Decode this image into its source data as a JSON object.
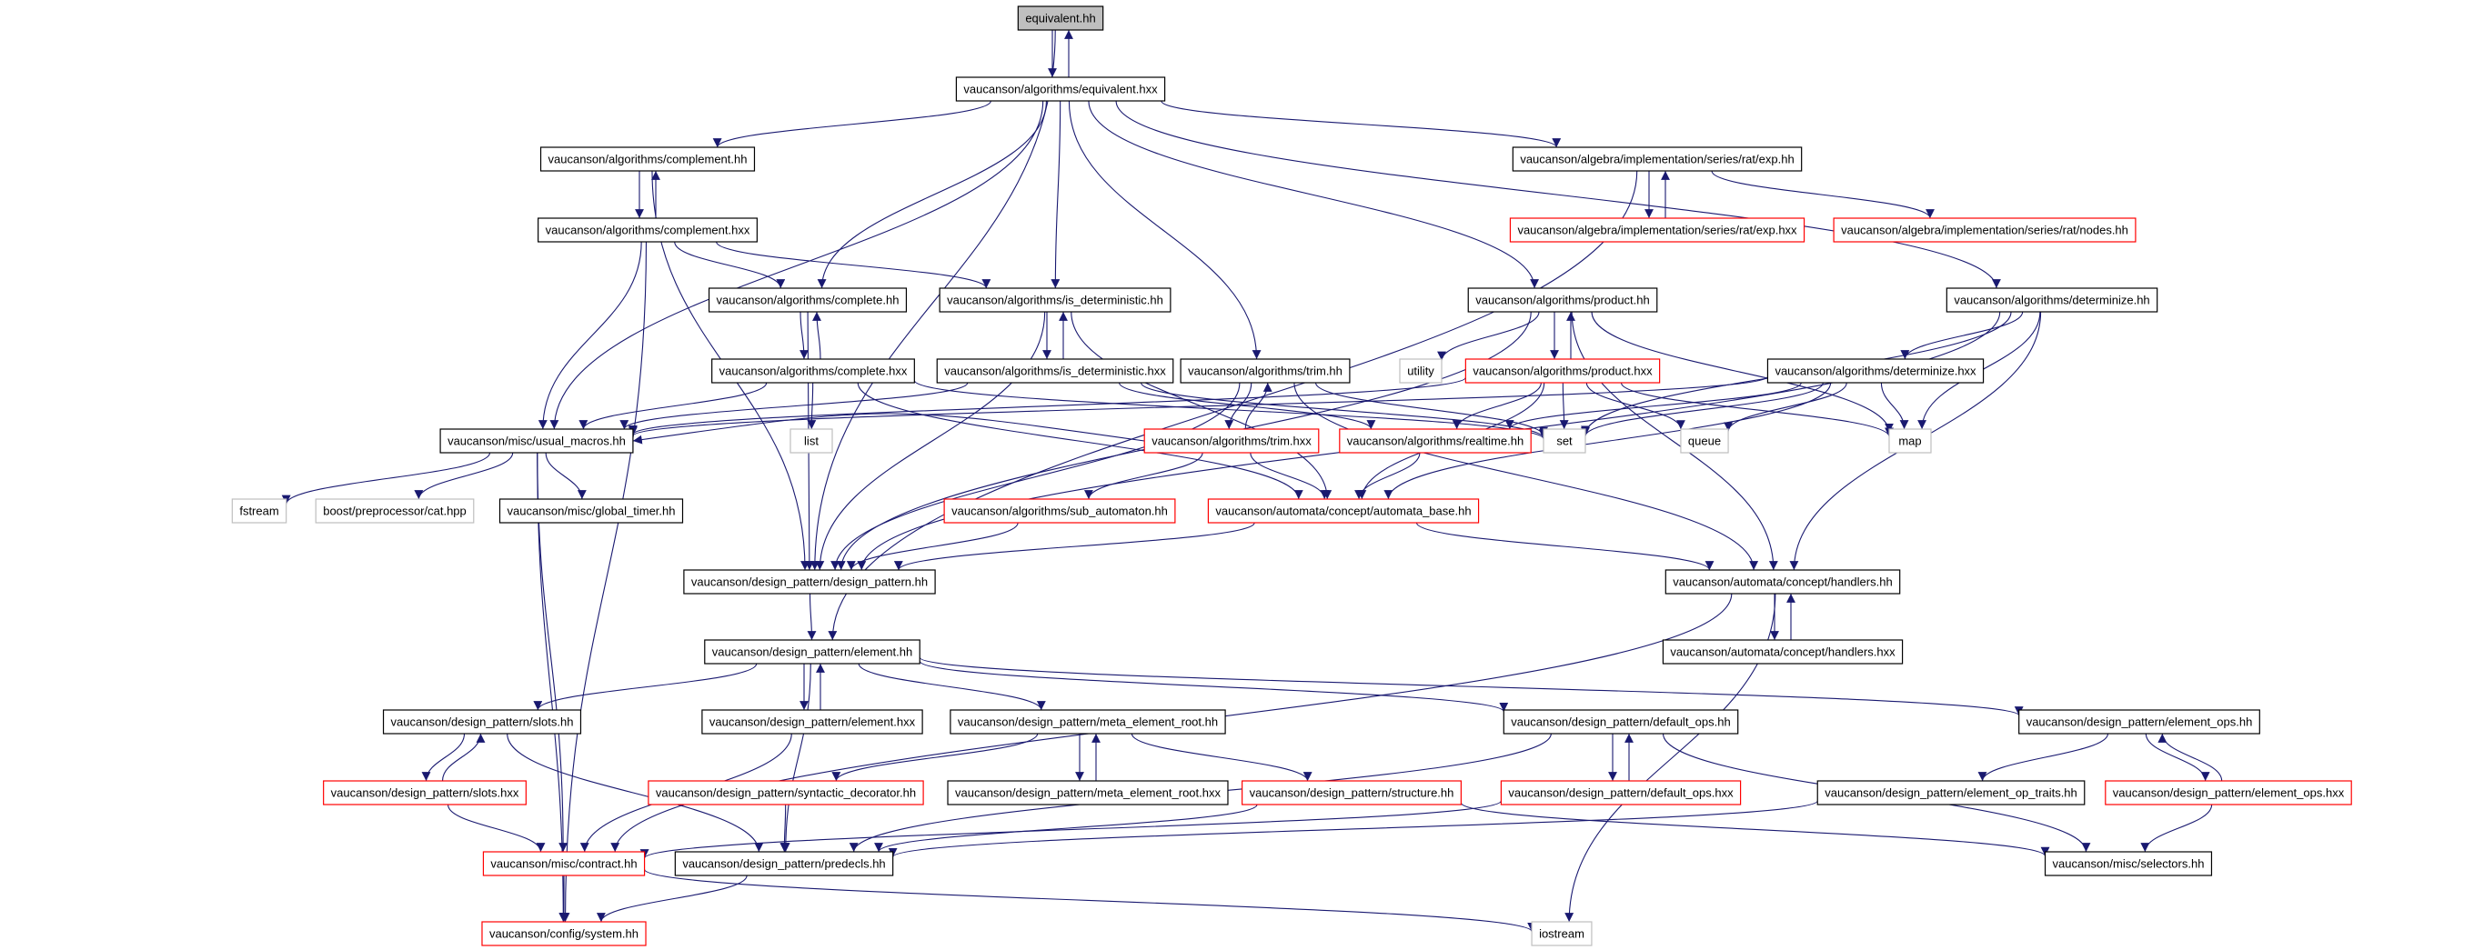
{
  "graph": {
    "nodes": [
      {
        "id": "n_equiv_hh",
        "label": "equivalent.hh",
        "kind": "root"
      },
      {
        "id": "n_equiv_hxx",
        "label": "vaucanson/algorithms/equivalent.hxx",
        "kind": "normal"
      },
      {
        "id": "n_compl_hh",
        "label": "vaucanson/algorithms/complement.hh",
        "kind": "normal"
      },
      {
        "id": "n_exp_hh",
        "label": "vaucanson/algebra/implementation/series/rat/exp.hh",
        "kind": "normal"
      },
      {
        "id": "n_compl_hxx",
        "label": "vaucanson/algorithms/complement.hxx",
        "kind": "normal"
      },
      {
        "id": "n_exp_hxx",
        "label": "vaucanson/algebra/implementation/series/rat/exp.hxx",
        "kind": "truncated"
      },
      {
        "id": "n_nodes_hh",
        "label": "vaucanson/algebra/implementation/series/rat/nodes.hh",
        "kind": "truncated"
      },
      {
        "id": "n_complete_hh",
        "label": "vaucanson/algorithms/complete.hh",
        "kind": "normal"
      },
      {
        "id": "n_isdet_hh",
        "label": "vaucanson/algorithms/is_deterministic.hh",
        "kind": "normal"
      },
      {
        "id": "n_product_hh",
        "label": "vaucanson/algorithms/product.hh",
        "kind": "normal"
      },
      {
        "id": "n_determ_hh",
        "label": "vaucanson/algorithms/determinize.hh",
        "kind": "normal"
      },
      {
        "id": "n_complete_hxx",
        "label": "vaucanson/algorithms/complete.hxx",
        "kind": "normal"
      },
      {
        "id": "n_isdet_hxx",
        "label": "vaucanson/algorithms/is_deterministic.hxx",
        "kind": "normal"
      },
      {
        "id": "n_trim_hh",
        "label": "vaucanson/algorithms/trim.hh",
        "kind": "normal"
      },
      {
        "id": "n_utility",
        "label": "utility",
        "kind": "system"
      },
      {
        "id": "n_product_hxx",
        "label": "vaucanson/algorithms/product.hxx",
        "kind": "truncated"
      },
      {
        "id": "n_determ_hxx",
        "label": "vaucanson/algorithms/determinize.hxx",
        "kind": "normal"
      },
      {
        "id": "n_macros",
        "label": "vaucanson/misc/usual_macros.hh",
        "kind": "normal"
      },
      {
        "id": "n_list",
        "label": "list",
        "kind": "system"
      },
      {
        "id": "n_trim_hxx",
        "label": "vaucanson/algorithms/trim.hxx",
        "kind": "truncated"
      },
      {
        "id": "n_realtime",
        "label": "vaucanson/algorithms/realtime.hh",
        "kind": "truncated"
      },
      {
        "id": "n_set",
        "label": "set",
        "kind": "system"
      },
      {
        "id": "n_queue",
        "label": "queue",
        "kind": "system"
      },
      {
        "id": "n_map",
        "label": "map",
        "kind": "system"
      },
      {
        "id": "n_fstream",
        "label": "fstream",
        "kind": "system"
      },
      {
        "id": "n_boostcat",
        "label": "boost/preprocessor/cat.hpp",
        "kind": "system"
      },
      {
        "id": "n_timer",
        "label": "vaucanson/misc/global_timer.hh",
        "kind": "normal"
      },
      {
        "id": "n_subaut",
        "label": "vaucanson/algorithms/sub_automaton.hh",
        "kind": "truncated"
      },
      {
        "id": "n_autbase",
        "label": "vaucanson/automata/concept/automata_base.hh",
        "kind": "truncated"
      },
      {
        "id": "n_dp",
        "label": "vaucanson/design_pattern/design_pattern.hh",
        "kind": "normal"
      },
      {
        "id": "n_handlers_hh",
        "label": "vaucanson/automata/concept/handlers.hh",
        "kind": "normal"
      },
      {
        "id": "n_element_hh",
        "label": "vaucanson/design_pattern/element.hh",
        "kind": "normal"
      },
      {
        "id": "n_handlers_hxx",
        "label": "vaucanson/automata/concept/handlers.hxx",
        "kind": "normal"
      },
      {
        "id": "n_slots_hh",
        "label": "vaucanson/design_pattern/slots.hh",
        "kind": "normal"
      },
      {
        "id": "n_element_hxx",
        "label": "vaucanson/design_pattern/element.hxx",
        "kind": "normal"
      },
      {
        "id": "n_mer_hh",
        "label": "vaucanson/design_pattern/meta_element_root.hh",
        "kind": "normal"
      },
      {
        "id": "n_defops_hh",
        "label": "vaucanson/design_pattern/default_ops.hh",
        "kind": "normal"
      },
      {
        "id": "n_elops_hh",
        "label": "vaucanson/design_pattern/element_ops.hh",
        "kind": "normal"
      },
      {
        "id": "n_slots_hxx",
        "label": "vaucanson/design_pattern/slots.hxx",
        "kind": "truncated"
      },
      {
        "id": "n_syndec",
        "label": "vaucanson/design_pattern/syntactic_decorator.hh",
        "kind": "truncated"
      },
      {
        "id": "n_mer_hxx",
        "label": "vaucanson/design_pattern/meta_element_root.hxx",
        "kind": "normal"
      },
      {
        "id": "n_struct",
        "label": "vaucanson/design_pattern/structure.hh",
        "kind": "truncated"
      },
      {
        "id": "n_defops_hxx",
        "label": "vaucanson/design_pattern/default_ops.hxx",
        "kind": "truncated"
      },
      {
        "id": "n_eltraits",
        "label": "vaucanson/design_pattern/element_op_traits.hh",
        "kind": "normal"
      },
      {
        "id": "n_elops_hxx",
        "label": "vaucanson/design_pattern/element_ops.hxx",
        "kind": "truncated"
      },
      {
        "id": "n_contract",
        "label": "vaucanson/misc/contract.hh",
        "kind": "truncated"
      },
      {
        "id": "n_predecls",
        "label": "vaucanson/design_pattern/predecls.hh",
        "kind": "normal"
      },
      {
        "id": "n_selectors",
        "label": "vaucanson/misc/selectors.hh",
        "kind": "normal"
      },
      {
        "id": "n_system",
        "label": "vaucanson/config/system.hh",
        "kind": "truncated"
      },
      {
        "id": "n_iostream",
        "label": "iostream",
        "kind": "system"
      }
    ],
    "edges": [
      [
        "n_equiv_hh",
        "n_equiv_hxx"
      ],
      [
        "n_equiv_hxx",
        "n_equiv_hh"
      ],
      [
        "n_equiv_hh",
        "n_dp"
      ],
      [
        "n_equiv_hxx",
        "n_compl_hh"
      ],
      [
        "n_equiv_hxx",
        "n_exp_hh"
      ],
      [
        "n_equiv_hxx",
        "n_complete_hh"
      ],
      [
        "n_equiv_hxx",
        "n_isdet_hh"
      ],
      [
        "n_equiv_hxx",
        "n_trim_hh"
      ],
      [
        "n_equiv_hxx",
        "n_product_hh"
      ],
      [
        "n_equiv_hxx",
        "n_determ_hh"
      ],
      [
        "n_equiv_hxx",
        "n_macros"
      ],
      [
        "n_compl_hh",
        "n_compl_hxx"
      ],
      [
        "n_compl_hxx",
        "n_compl_hh"
      ],
      [
        "n_compl_hh",
        "n_dp"
      ],
      [
        "n_compl_hxx",
        "n_complete_hh"
      ],
      [
        "n_compl_hxx",
        "n_isdet_hh"
      ],
      [
        "n_compl_hxx",
        "n_macros"
      ],
      [
        "n_compl_hxx",
        "n_system"
      ],
      [
        "n_exp_hh",
        "n_exp_hxx"
      ],
      [
        "n_exp_hxx",
        "n_exp_hh"
      ],
      [
        "n_exp_hh",
        "n_nodes_hh"
      ],
      [
        "n_exp_hh",
        "n_element_hh"
      ],
      [
        "n_complete_hh",
        "n_complete_hxx"
      ],
      [
        "n_complete_hxx",
        "n_complete_hh"
      ],
      [
        "n_complete_hh",
        "n_dp"
      ],
      [
        "n_complete_hxx",
        "n_macros"
      ],
      [
        "n_complete_hxx",
        "n_list"
      ],
      [
        "n_complete_hxx",
        "n_set"
      ],
      [
        "n_complete_hxx",
        "n_autbase"
      ],
      [
        "n_isdet_hh",
        "n_isdet_hxx"
      ],
      [
        "n_isdet_hxx",
        "n_isdet_hh"
      ],
      [
        "n_isdet_hh",
        "n_dp"
      ],
      [
        "n_isdet_hxx",
        "n_macros"
      ],
      [
        "n_isdet_hxx",
        "n_set"
      ],
      [
        "n_isdet_hxx",
        "n_realtime"
      ],
      [
        "n_isdet_hh",
        "n_autbase"
      ],
      [
        "n_trim_hh",
        "n_trim_hxx"
      ],
      [
        "n_trim_hxx",
        "n_trim_hh"
      ],
      [
        "n_trim_hh",
        "n_dp"
      ],
      [
        "n_trim_hh",
        "n_handlers_hh"
      ],
      [
        "n_trim_hh",
        "n_set"
      ],
      [
        "n_trim_hxx",
        "n_subaut"
      ],
      [
        "n_trim_hxx",
        "n_autbase"
      ],
      [
        "n_trim_hxx",
        "n_macros"
      ],
      [
        "n_product_hh",
        "n_product_hxx"
      ],
      [
        "n_product_hxx",
        "n_product_hh"
      ],
      [
        "n_product_hh",
        "n_utility"
      ],
      [
        "n_product_hh",
        "n_dp"
      ],
      [
        "n_product_hh",
        "n_map"
      ],
      [
        "n_product_hh",
        "n_handlers_hh"
      ],
      [
        "n_product_hxx",
        "n_set"
      ],
      [
        "n_product_hxx",
        "n_queue"
      ],
      [
        "n_product_hxx",
        "n_map"
      ],
      [
        "n_product_hxx",
        "n_realtime"
      ],
      [
        "n_product_hxx",
        "n_macros"
      ],
      [
        "n_product_hxx",
        "n_autbase"
      ],
      [
        "n_determ_hh",
        "n_determ_hxx"
      ],
      [
        "n_determ_hh",
        "n_set"
      ],
      [
        "n_determ_hh",
        "n_map"
      ],
      [
        "n_determ_hh",
        "n_dp"
      ],
      [
        "n_determ_hh",
        "n_handlers_hh"
      ],
      [
        "n_determ_hxx",
        "n_set"
      ],
      [
        "n_determ_hxx",
        "n_queue"
      ],
      [
        "n_determ_hxx",
        "n_map"
      ],
      [
        "n_determ_hxx",
        "n_realtime"
      ],
      [
        "n_determ_hxx",
        "n_macros"
      ],
      [
        "n_determ_hxx",
        "n_autbase"
      ],
      [
        "n_realtime",
        "n_autbase"
      ],
      [
        "n_macros",
        "n_fstream"
      ],
      [
        "n_macros",
        "n_boostcat"
      ],
      [
        "n_macros",
        "n_timer"
      ],
      [
        "n_macros",
        "n_contract"
      ],
      [
        "n_macros",
        "n_system"
      ],
      [
        "n_subaut",
        "n_dp"
      ],
      [
        "n_autbase",
        "n_dp"
      ],
      [
        "n_autbase",
        "n_handlers_hh"
      ],
      [
        "n_dp",
        "n_element_hh"
      ],
      [
        "n_handlers_hh",
        "n_handlers_hxx"
      ],
      [
        "n_handlers_hxx",
        "n_handlers_hh"
      ],
      [
        "n_handlers_hh",
        "n_iostream"
      ],
      [
        "n_handlers_hh",
        "n_contract"
      ],
      [
        "n_element_hh",
        "n_element_hxx"
      ],
      [
        "n_element_hxx",
        "n_element_hh"
      ],
      [
        "n_element_hh",
        "n_slots_hh"
      ],
      [
        "n_element_hh",
        "n_mer_hh"
      ],
      [
        "n_element_hh",
        "n_defops_hh"
      ],
      [
        "n_element_hh",
        "n_elops_hh"
      ],
      [
        "n_element_hh",
        "n_predecls"
      ],
      [
        "n_element_hxx",
        "n_contract"
      ],
      [
        "n_slots_hh",
        "n_slots_hxx"
      ],
      [
        "n_slots_hxx",
        "n_slots_hh"
      ],
      [
        "n_slots_hh",
        "n_predecls"
      ],
      [
        "n_slots_hxx",
        "n_contract"
      ],
      [
        "n_mer_hh",
        "n_mer_hxx"
      ],
      [
        "n_mer_hxx",
        "n_mer_hh"
      ],
      [
        "n_mer_hh",
        "n_syndec"
      ],
      [
        "n_mer_hh",
        "n_struct"
      ],
      [
        "n_syndec",
        "n_predecls"
      ],
      [
        "n_struct",
        "n_predecls"
      ],
      [
        "n_struct",
        "n_selectors"
      ],
      [
        "n_defops_hh",
        "n_defops_hxx"
      ],
      [
        "n_defops_hxx",
        "n_defops_hh"
      ],
      [
        "n_defops_hh",
        "n_predecls"
      ],
      [
        "n_defops_hh",
        "n_selectors"
      ],
      [
        "n_defops_hxx",
        "n_contract"
      ],
      [
        "n_elops_hh",
        "n_elops_hxx"
      ],
      [
        "n_elops_hxx",
        "n_elops_hh"
      ],
      [
        "n_elops_hh",
        "n_eltraits"
      ],
      [
        "n_elops_hxx",
        "n_selectors"
      ],
      [
        "n_eltraits",
        "n_predecls"
      ],
      [
        "n_contract",
        "n_system"
      ],
      [
        "n_contract",
        "n_iostream"
      ],
      [
        "n_predecls",
        "n_system"
      ]
    ]
  },
  "style": {
    "edge_color": "#191970",
    "root_fill": "#bfbfbf",
    "normal_stroke": "#000000",
    "truncated_stroke": "#ff0000",
    "system_stroke": "#bfbfbf",
    "system_text": "#000000"
  }
}
